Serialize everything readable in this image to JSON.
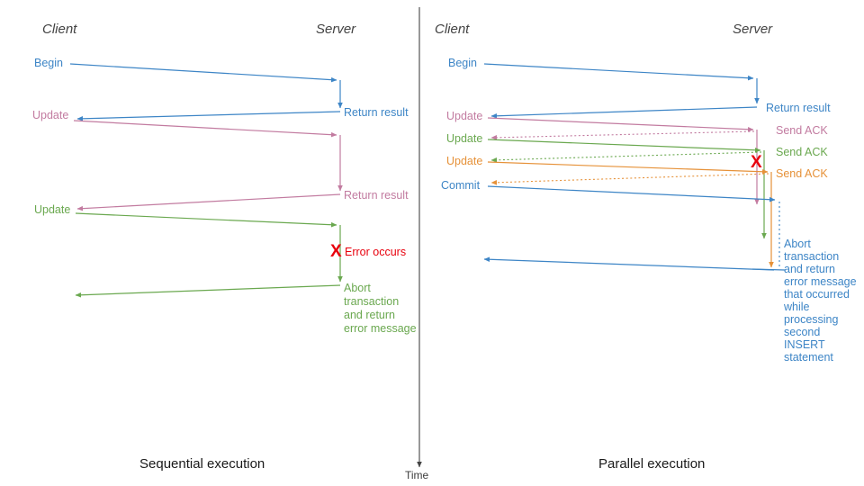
{
  "figure": {
    "title_left": "Sequential execution",
    "title_right": "Parallel execution",
    "time_axis_label": "Time"
  },
  "colors": {
    "blue": "#3d85c6",
    "pink": "#c27ba0",
    "green": "#6aa84f",
    "orange": "#e69138",
    "red": "#e8000d",
    "divider": "#444444",
    "header_text": "#434343"
  },
  "left_panel": {
    "header_client": "Client",
    "header_server": "Server",
    "client_messages": [
      {
        "label": "Begin",
        "color": "blue"
      },
      {
        "label": "Update",
        "color": "pink"
      },
      {
        "label": "Update",
        "color": "green"
      }
    ],
    "server_messages": [
      {
        "label": "Return result",
        "color": "blue"
      },
      {
        "label": "Return result",
        "color": "pink"
      }
    ],
    "error_marker": {
      "glyph": "X",
      "label": "Error occurs",
      "color": "red"
    },
    "abort_note": {
      "color": "green",
      "lines": [
        "Abort",
        "transaction",
        "and return",
        "error message"
      ]
    }
  },
  "right_panel": {
    "header_client": "Client",
    "header_server": "Server",
    "client_messages": [
      {
        "label": "Begin",
        "color": "blue"
      },
      {
        "label": "Update",
        "color": "pink"
      },
      {
        "label": "Update",
        "color": "green"
      },
      {
        "label": "Update",
        "color": "orange"
      },
      {
        "label": "Commit",
        "color": "blue"
      }
    ],
    "server_messages": [
      {
        "label": "Return result",
        "color": "blue"
      },
      {
        "label": "Send ACK",
        "color": "pink"
      },
      {
        "label": "Send ACK",
        "color": "green"
      },
      {
        "label": "Send ACK",
        "color": "orange"
      }
    ],
    "error_marker": {
      "glyph": "X",
      "label": "",
      "color": "red"
    },
    "abort_note": {
      "color": "blue",
      "lines": [
        "Abort",
        "transaction",
        "and return",
        "error message",
        "that occurred",
        "while",
        "processing",
        "second",
        "INSERT",
        "statement"
      ]
    }
  }
}
